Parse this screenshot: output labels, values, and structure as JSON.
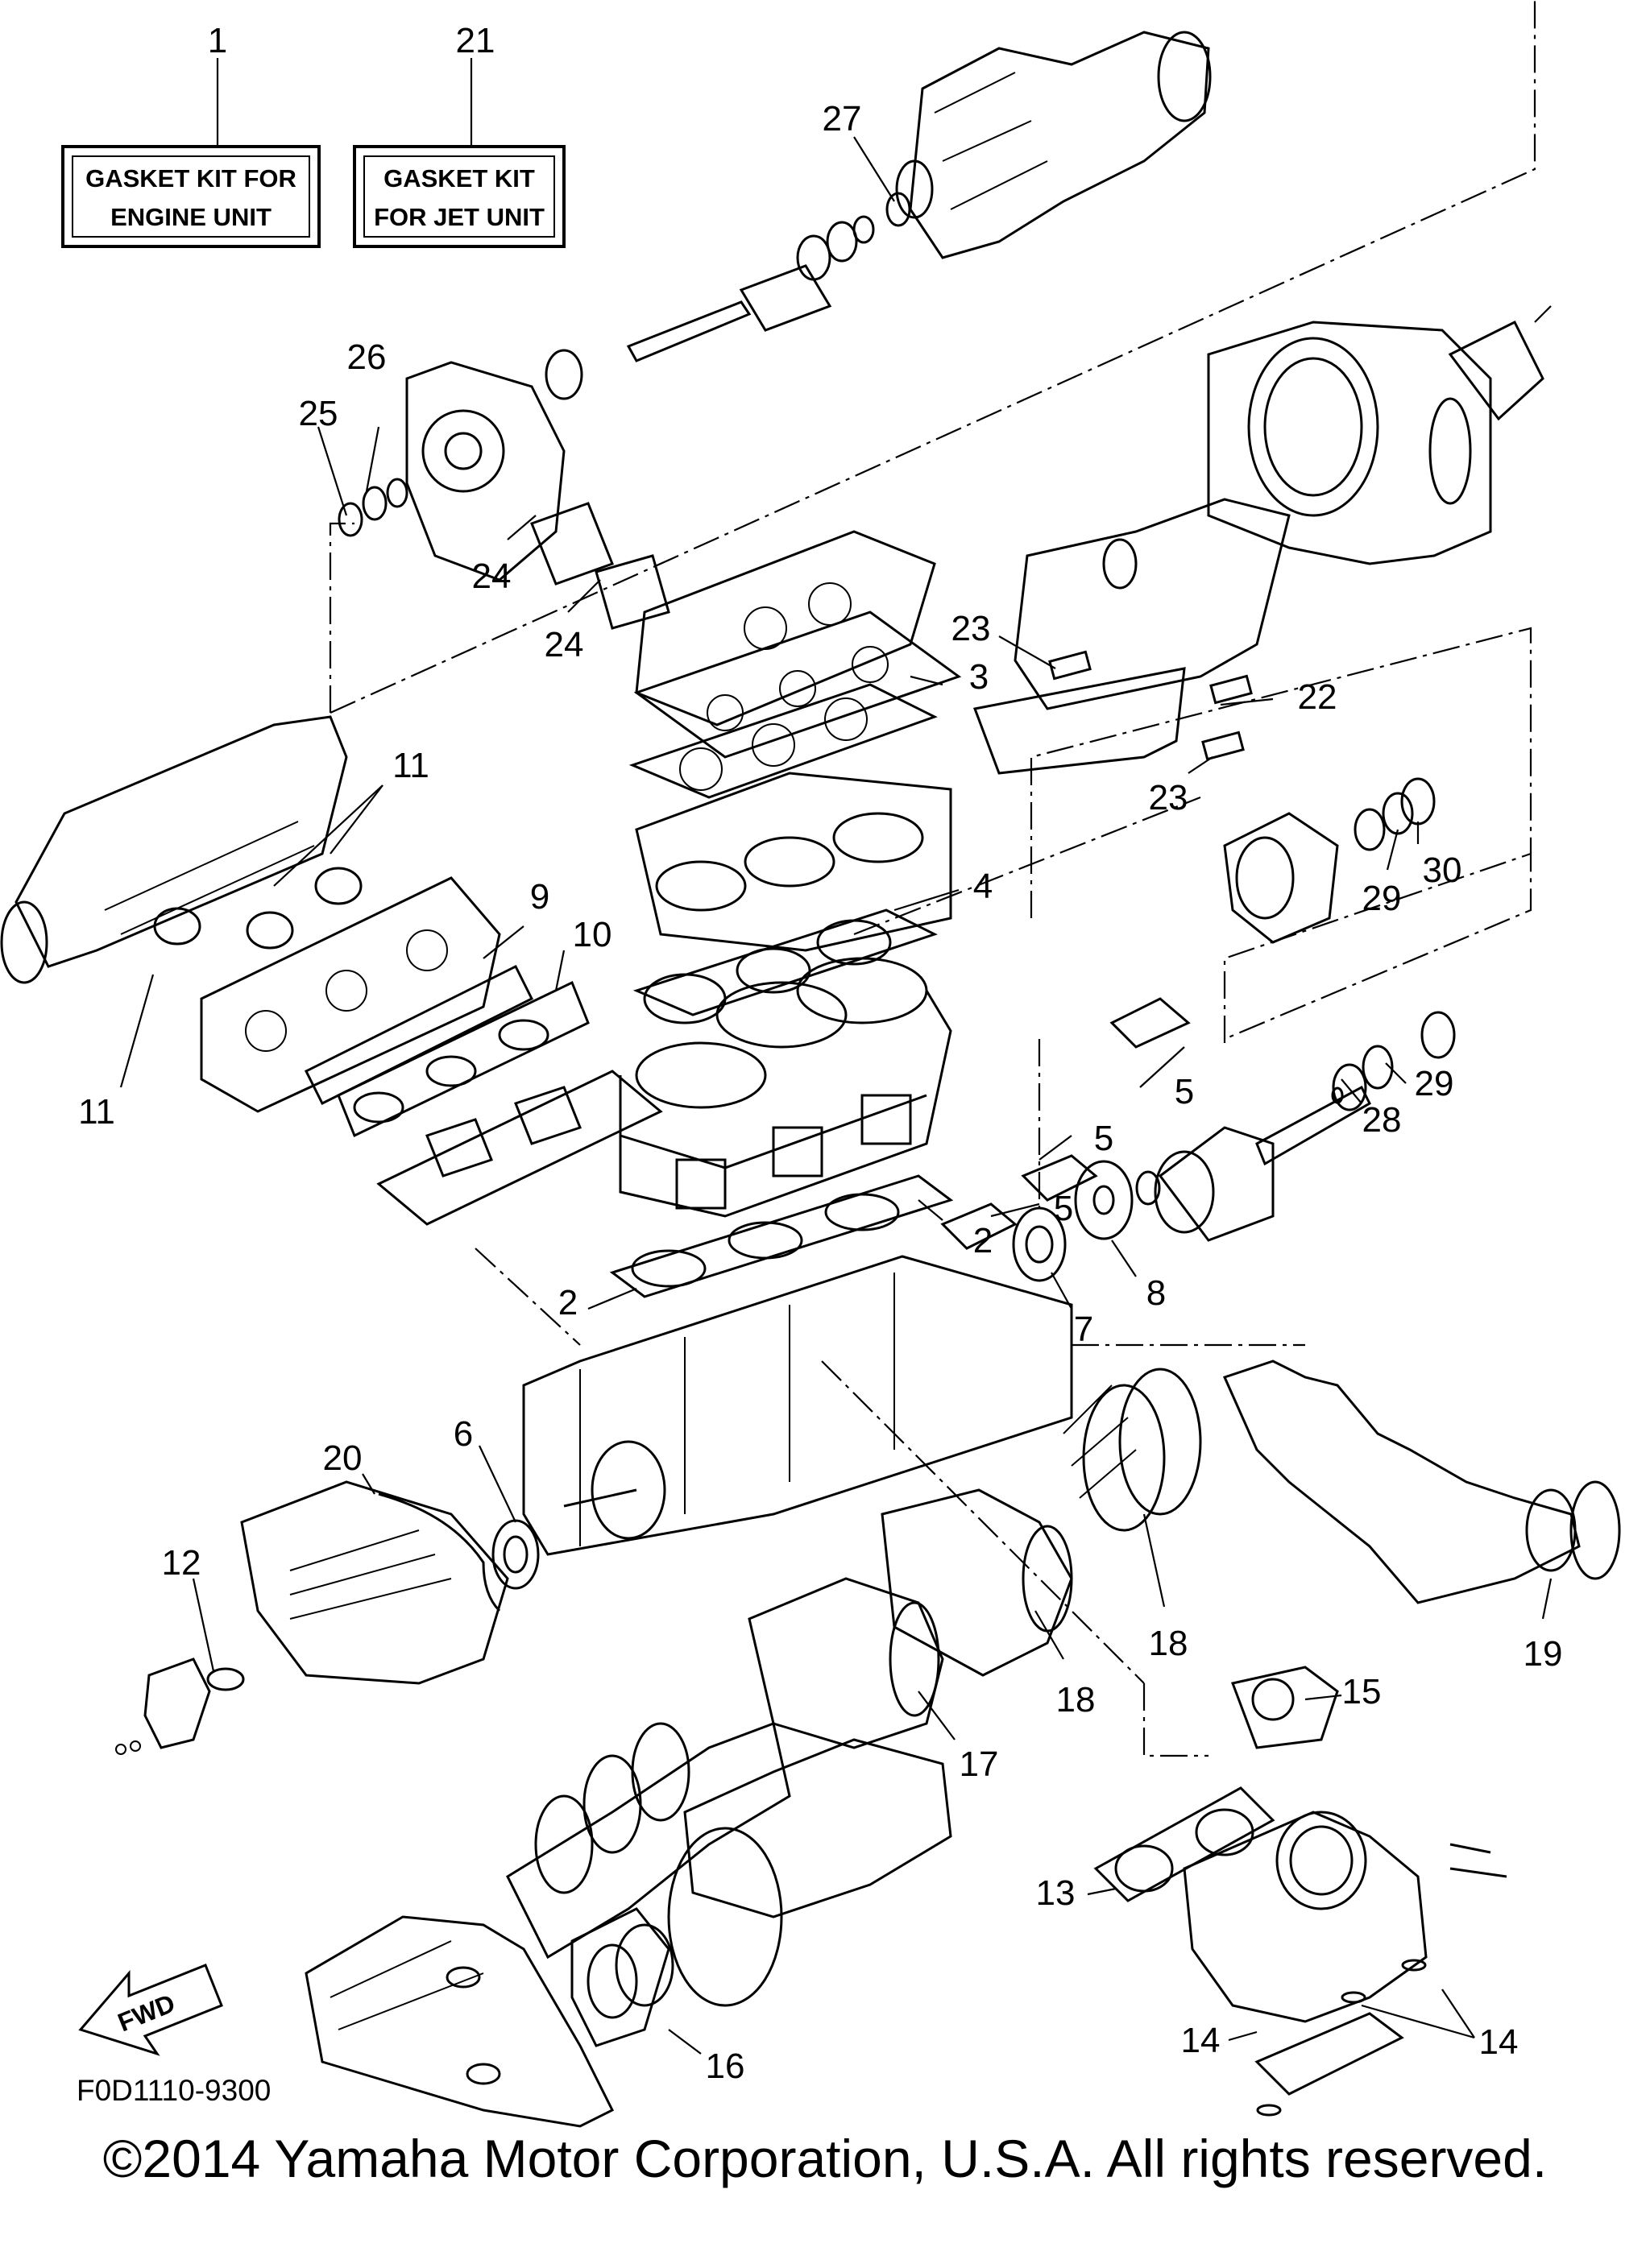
{
  "diagram": {
    "kit_labels": [
      {
        "number": "1",
        "line1": "GASKET KIT FOR",
        "line2": "ENGINE UNIT"
      },
      {
        "number": "21",
        "line1": "GASKET KIT",
        "line2": "FOR JET UNIT"
      }
    ],
    "callouts": [
      "27",
      "26",
      "25",
      "24",
      "24",
      "23",
      "3",
      "22",
      "23",
      "11",
      "9",
      "10",
      "11",
      "4",
      "29",
      "30",
      "5",
      "5",
      "5",
      "29",
      "28",
      "2",
      "8",
      "7",
      "2",
      "6",
      "20",
      "12",
      "18",
      "18",
      "19",
      "17",
      "15",
      "13",
      "16",
      "14",
      "14"
    ],
    "fwd_label": "FWD",
    "drawing_code": "F0D1110-9300",
    "copyright": "©2014 Yamaha Motor Corporation, U.S.A. All rights reserved."
  }
}
